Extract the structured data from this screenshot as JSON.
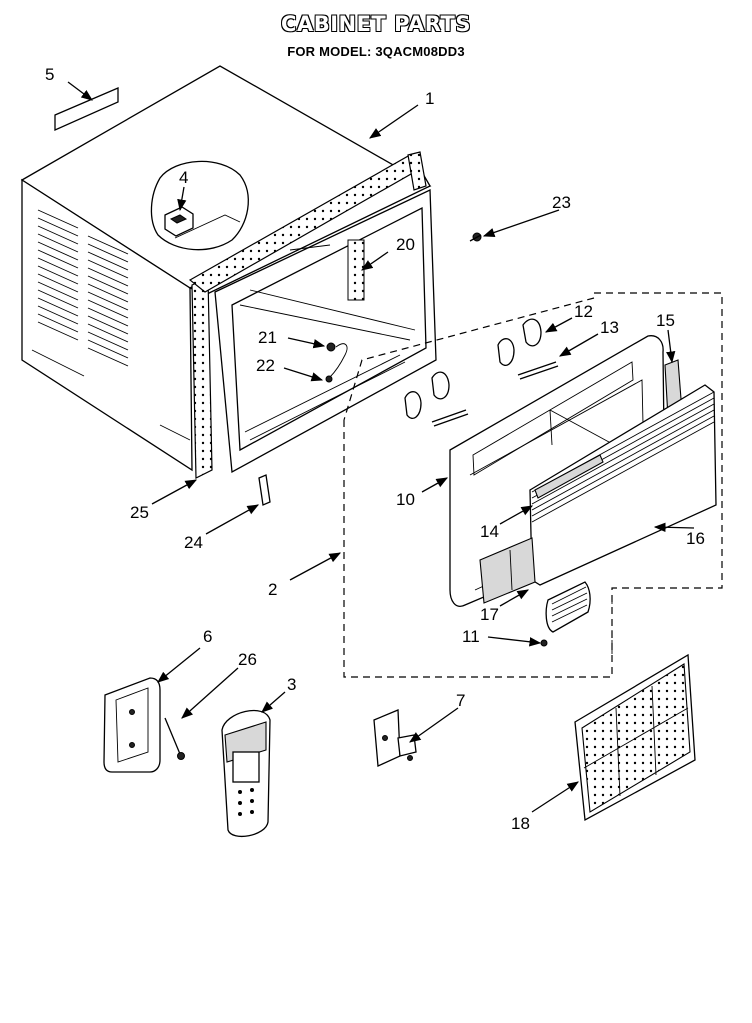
{
  "title": "CABINET PARTS",
  "subtitle": "FOR MODEL: 3QACM08DD3",
  "callouts": {
    "c1": "1",
    "c2": "2",
    "c3": "3",
    "c4": "4",
    "c5": "5",
    "c6": "6",
    "c7": "7",
    "c10": "10",
    "c11": "11",
    "c12": "12",
    "c13": "13",
    "c14": "14",
    "c15": "15",
    "c16": "16",
    "c17": "17",
    "c18": "18",
    "c20": "20",
    "c21": "21",
    "c22": "22",
    "c23": "23",
    "c24": "24",
    "c25": "25",
    "c26": "26"
  }
}
